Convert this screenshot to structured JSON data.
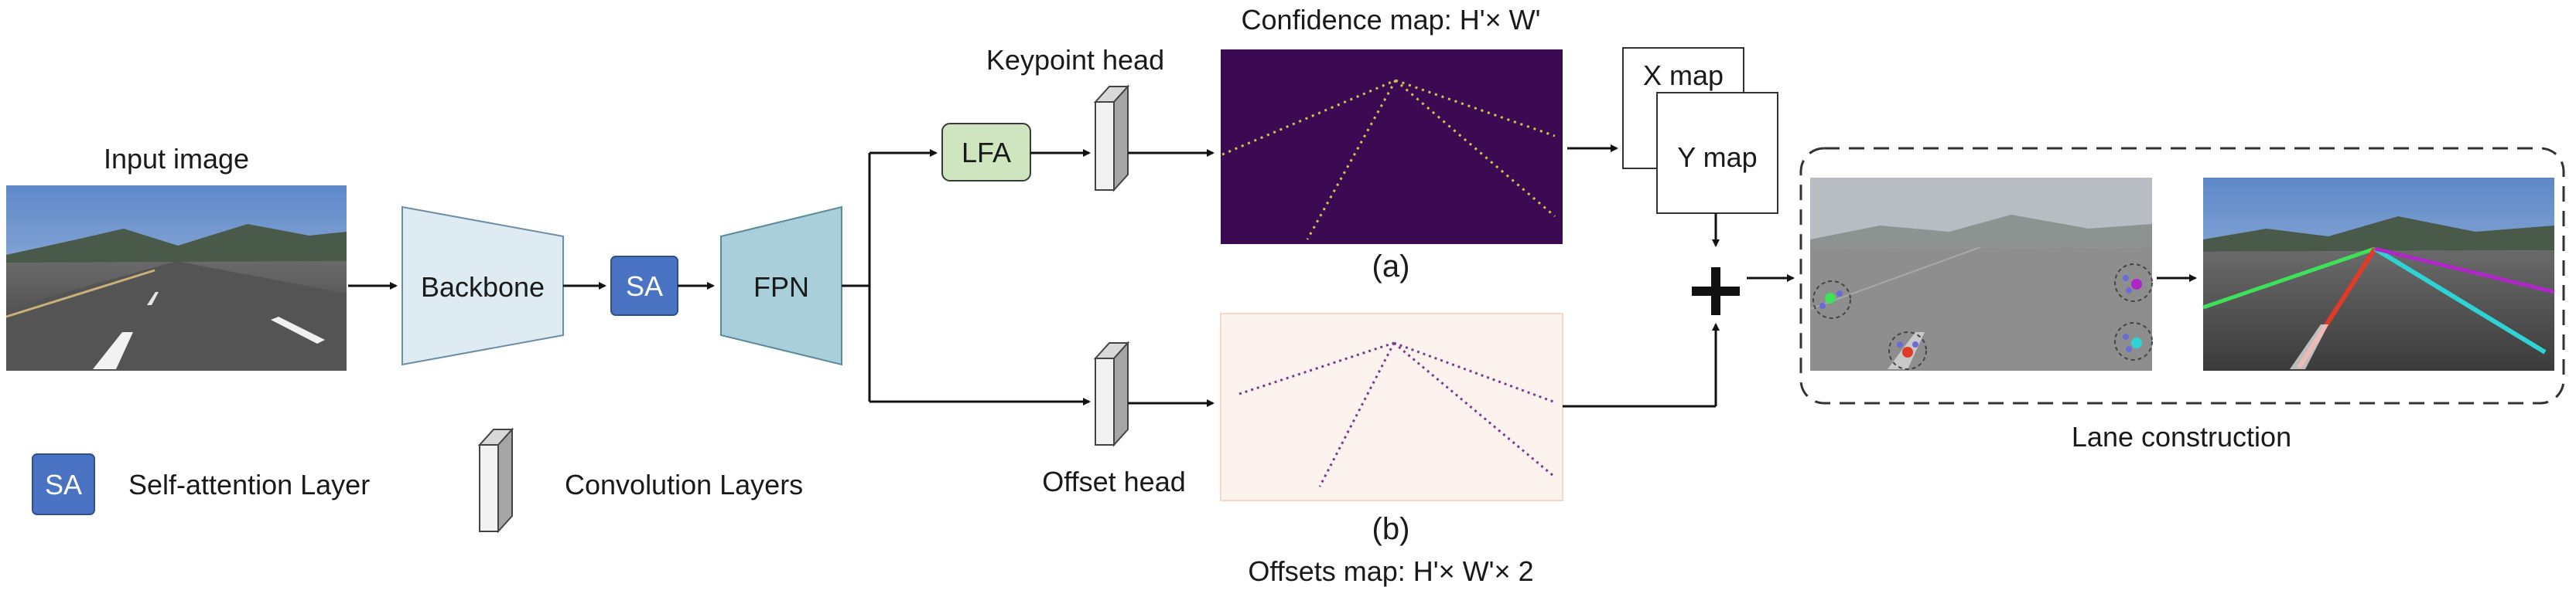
{
  "labels": {
    "input_image": "Input image",
    "backbone": "Backbone",
    "sa": "SA",
    "fpn": "FPN",
    "lfa": "LFA",
    "keypoint_head": "Keypoint head",
    "offset_head": "Offset head",
    "confidence_map": "Confidence map: H'× W'",
    "offsets_map": "Offsets map: H'× W'× 2",
    "panel_a": "(a)",
    "panel_b": "(b)",
    "x_map": "X map",
    "y_map": "Y map",
    "lane_construction": "Lane construction"
  },
  "legend": {
    "sa_badge": "SA",
    "sa_text": "Self-attention Layer",
    "conv_text": "Convolution Layers"
  },
  "colors": {
    "backbone_fill": "#deebf3",
    "fpn_fill": "#a9cfdb",
    "sa_fill": "#4a73c4",
    "lfa_fill": "#cfe5c0",
    "confidence_bg": "#3b0a52",
    "offsets_bg": "#fdf3ee"
  }
}
